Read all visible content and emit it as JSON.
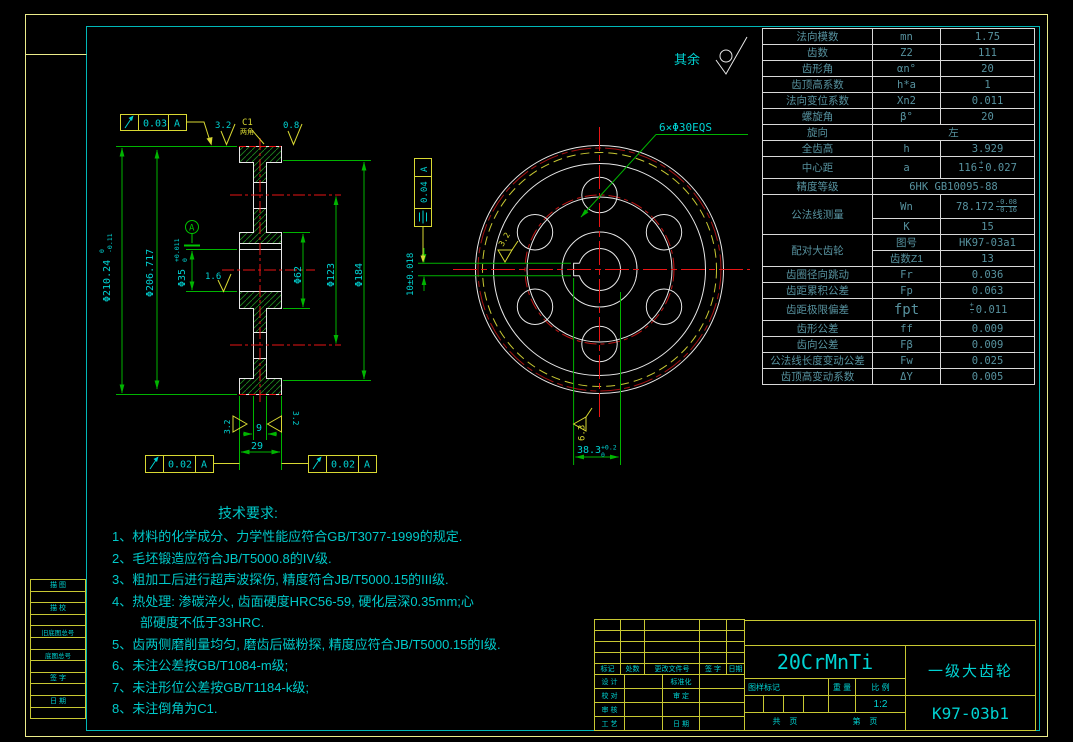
{
  "colors": {
    "accent_yellow": "#d8d832",
    "accent_cyan": "#00d2d2",
    "dim_green": "#00b400",
    "center_red": "#e81414",
    "pitch_red": "#a51212",
    "table_text": "#57929f"
  },
  "dims": {
    "tip": {
      "v": "Φ210.24",
      "t1": "0",
      "t2": "-0.11"
    },
    "pitch": "Φ206.717",
    "bore": {
      "v": "Φ35",
      "t1": "+0.011",
      "t2": "0"
    },
    "hub": "Φ62",
    "bolt_circle": "Φ123",
    "rim": "Φ184",
    "web_width": "9",
    "hub_width": "29",
    "keyway_width": "10±0.018",
    "keyway_depth": {
      "v": "38.3",
      "t1": "+0.2",
      "t2": "0"
    },
    "holes_note": "6×Φ30EQS"
  },
  "notes": {
    "rest_label": "其余",
    "chamfer": "C1",
    "chamfer_note": "两角",
    "r08": "0.8",
    "r16": "1.6",
    "r32": "3.2",
    "r63": "6.3",
    "datum": "A"
  },
  "gdt": {
    "v1": "0.03",
    "v2": "0.04",
    "v3": "0.02",
    "v4": "0.02",
    "datum": "A"
  },
  "gear_table": {
    "rows": [
      {
        "label": "法向模数",
        "sym": "mn",
        "val": "1.75"
      },
      {
        "label": "齿数",
        "sym": "Z2",
        "val": "111"
      },
      {
        "label": "齿形角",
        "sym": "αn°",
        "val": "20"
      },
      {
        "label": "齿顶高系数",
        "sym": "h*a",
        "val": "1"
      },
      {
        "label": "法向变位系数",
        "sym": "Xn2",
        "val": "0.011"
      },
      {
        "label": "螺旋角",
        "sym": "β°",
        "val": "20"
      },
      {
        "label": "旋向",
        "val": "左"
      },
      {
        "label": "全齿高",
        "sym": "h",
        "val": "3.929"
      },
      {
        "label": "中心距",
        "sym": "a",
        "val": "116",
        "t1": "+",
        "t2": "-",
        "suffix": "0.027"
      },
      {
        "label": "精度等级",
        "val": "6HK  GB10095-88"
      },
      {
        "label": "公法线测量",
        "sym": "Wn",
        "val": "78.172",
        "t1": "-0.08",
        "t2": "-0.16"
      },
      {
        "sym": "K",
        "val": "15"
      },
      {
        "label": "配对大齿轮",
        "sym": "图号",
        "val": "HK97-03a1"
      },
      {
        "sym": "齿数Z1",
        "val": "13"
      },
      {
        "label": "齿圈径向跳动",
        "sym": "Fr",
        "val": "0.036"
      },
      {
        "label": "齿距累积公差",
        "sym": "Fp",
        "val": "0.063"
      },
      {
        "label": "齿距极限偏差",
        "sym": "fpt",
        "t1": "+",
        "t2": "-",
        "val": "0.011"
      },
      {
        "label": "齿形公差",
        "sym": "ff",
        "val": "0.009"
      },
      {
        "label": "齿向公差",
        "sym": "Fβ",
        "val": "0.009"
      },
      {
        "label": "公法线长度变动公差",
        "sym": "Fw",
        "val": "0.025"
      },
      {
        "label": "齿顶高变动系数",
        "sym": "ΔY",
        "val": "0.005"
      }
    ]
  },
  "tech": {
    "title": "技术要求:",
    "lines": [
      "1、材料的化学成分、力学性能应符合GB/T3077-1999的规定.",
      "2、毛坯锻造应符合JB/T5000.8的IV级.",
      "3、粗加工后进行超声波探伤, 精度符合JB/T5000.15的III级.",
      "4、热处理: 渗碳淬火, 齿面硬度HRC56-59, 硬化层深0.35mm;心",
      "部硬度不低于33HRC.",
      "5、齿两侧磨削量均匀, 磨齿后磁粉探, 精度应符合JB/T5000.15的I级.",
      "6、未注公差按GB/T1084-m级;",
      "7、未注形位公差按GB/T1184-k级;",
      "8、未注倒角为C1."
    ]
  },
  "titleblock": {
    "material": "20CrMnTi",
    "part_name": "一级大齿轮",
    "drawing_no": "K97-03b1",
    "scale_value": "1:2",
    "rev_headers": [
      "标记",
      "处数",
      "更改文件号",
      "签 字",
      "日期"
    ],
    "left_rows": [
      [
        "设 计",
        "标准化"
      ],
      [
        "校 对",
        "审 定"
      ],
      [
        "审 核",
        ""
      ],
      [
        "工 艺",
        "日 期"
      ]
    ],
    "stamp_label": "图样标记",
    "weight_label": "重 量",
    "scale_label": "比 例",
    "pages_a": "共    页",
    "pages_b": "第    页"
  },
  "margin": {
    "rows": [
      "描 图",
      "描 校",
      "旧底图总号",
      "底图总号",
      "签 字",
      "日 期"
    ]
  }
}
